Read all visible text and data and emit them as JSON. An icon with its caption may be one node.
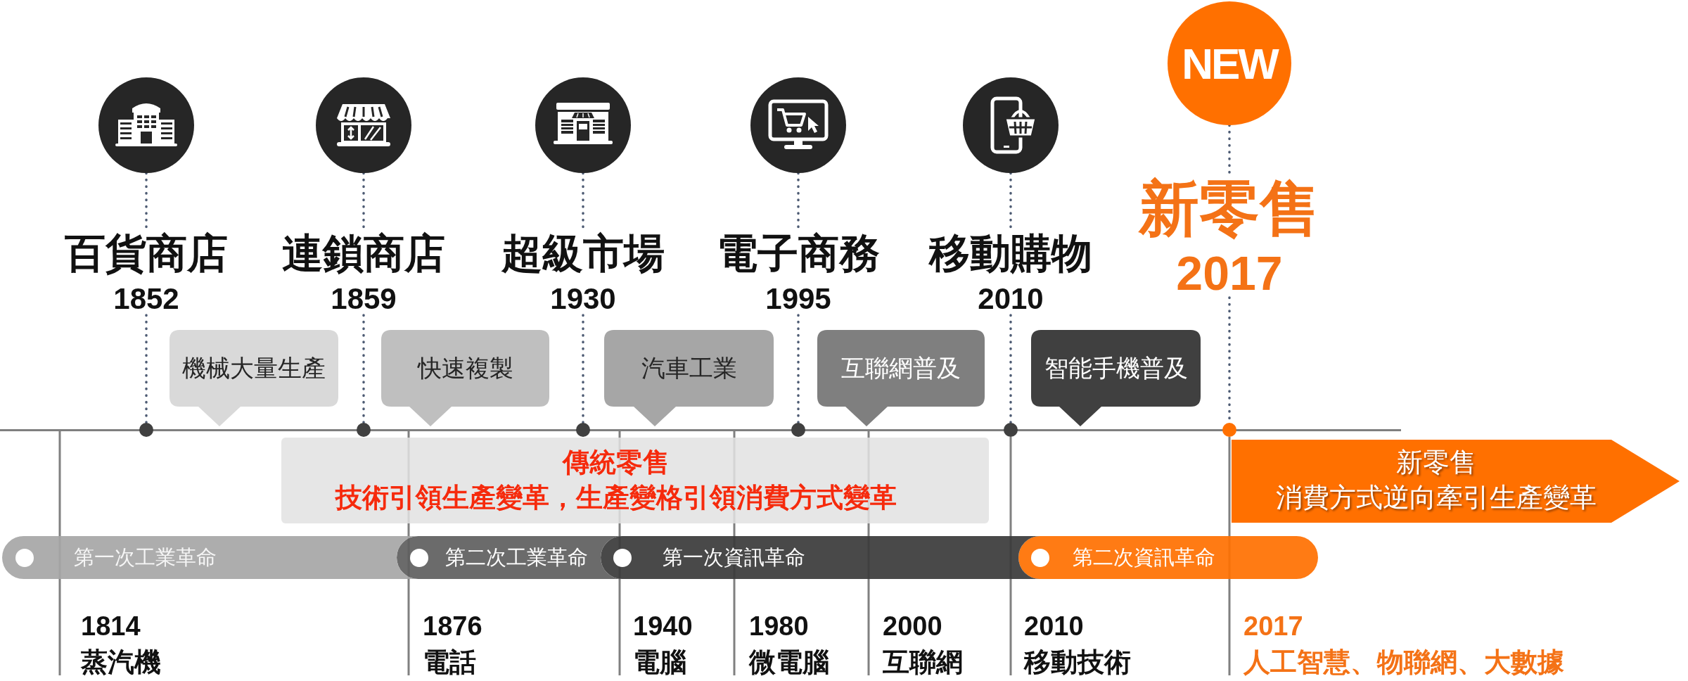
{
  "diagram": {
    "nodes": [
      {
        "text": [],
        "shape": "picture"
      },
      {
        "text": [
          "百貨商店",
          "1852"
        ]
      },
      {
        "text": [],
        "shape": "circle"
      },
      {
        "text": [],
        "shape": "picture"
      },
      {
        "text": [
          "連鎖商店",
          "1859"
        ]
      },
      {
        "text": [],
        "shape": "circle"
      },
      {
        "text": [],
        "shape": "picture"
      },
      {
        "text": [
          "超級市場",
          "1930"
        ]
      },
      {
        "text": [],
        "shape": "circle"
      },
      {
        "text": [],
        "shape": "picture"
      },
      {
        "text": [
          "電子商務",
          "1995"
        ]
      },
      {
        "text": [],
        "shape": "circle"
      },
      {
        "text": [],
        "shape": "picture"
      },
      {
        "text": [
          "移動購物",
          "2010"
        ]
      },
      {
        "text": [],
        "shape": "circle"
      },
      {
        "text": [
          "NEW"
        ]
      },
      {
        "text": [
          "新零售",
          "2017"
        ]
      },
      {
        "text": [],
        "shape": "circle"
      },
      {
        "text": [
          "機械大量生產"
        ]
      },
      {
        "text": [
          "快速複製"
        ]
      },
      {
        "text": [
          "汽車工業"
        ]
      },
      {
        "text": [
          "互聯網普及"
        ]
      },
      {
        "text": [
          "智能手機普及"
        ]
      },
      {
        "text": [
          "傳統零售",
          "技術引領生產變革，生產變格引領消費方式變革"
        ]
      },
      {
        "text": [
          "新零售",
          "消費方式逆向牽引生產變革"
        ]
      },
      {
        "text": [
          "第一次工業革命"
        ]
      },
      {
        "text": [
          "第二次工業革命"
        ]
      },
      {
        "text": [
          "第一次資訊革命"
        ]
      },
      {
        "text": [
          "第二次資訊革命"
        ]
      },
      {
        "text": [
          "1814",
          "蒸汽機"
        ]
      },
      {
        "text": [
          "1876",
          "電話"
        ]
      },
      {
        "text": [
          "1940",
          "電腦"
        ]
      },
      {
        "text": [
          "1980",
          "微電腦"
        ]
      },
      {
        "text": [
          "2000",
          "互聯網"
        ]
      },
      {
        "text": [
          "2010",
          "移動技術"
        ]
      },
      {
        "text": [
          "2017",
          "人工智慧、物聯網、大數據"
        ]
      },
      {
        "text": [],
        "shape": "bar"
      }
    ],
    "edges": [
      {
        "from": 0,
        "to": 1,
        "arrow": "none",
        "style": "dashed"
      },
      {
        "from": 1,
        "to": 2,
        "arrow": "none",
        "style": "dashed"
      },
      {
        "from": 3,
        "to": 4,
        "arrow": "none",
        "style": "dashed"
      },
      {
        "from": 4,
        "to": 5,
        "arrow": "none",
        "style": "dashed"
      },
      {
        "from": 6,
        "to": 7,
        "arrow": "none",
        "style": "dashed"
      },
      {
        "from": 7,
        "to": 8,
        "arrow": "none",
        "style": "dashed"
      },
      {
        "from": 9,
        "to": 10,
        "arrow": "none",
        "style": "dashed"
      },
      {
        "from": 10,
        "to": 11,
        "arrow": "none",
        "style": "dashed"
      },
      {
        "from": 12,
        "to": 13,
        "arrow": "none",
        "style": "dashed"
      },
      {
        "from": 13,
        "to": 14,
        "arrow": "none",
        "style": "dashed"
      },
      {
        "from": 15,
        "to": 16,
        "arrow": "none",
        "style": "dashed"
      },
      {
        "from": 16,
        "to": 17,
        "arrow": "none",
        "style": "dashed"
      },
      {
        "from": 29,
        "to": 36,
        "arrow": "none",
        "color": "#808080"
      },
      {
        "from": 30,
        "to": 36,
        "arrow": "none",
        "color": "#808080"
      },
      {
        "from": 31,
        "to": 36,
        "arrow": "none",
        "color": "#808080"
      },
      {
        "from": 32,
        "to": 36,
        "arrow": "none",
        "color": "#808080"
      },
      {
        "from": 33,
        "to": 36,
        "arrow": "none",
        "color": "#808080"
      },
      {
        "from": 34,
        "to": 14,
        "arrow": "none",
        "color": "#808080"
      },
      {
        "from": 35,
        "to": 17,
        "arrow": "none",
        "color": "#808080"
      }
    ]
  }
}
